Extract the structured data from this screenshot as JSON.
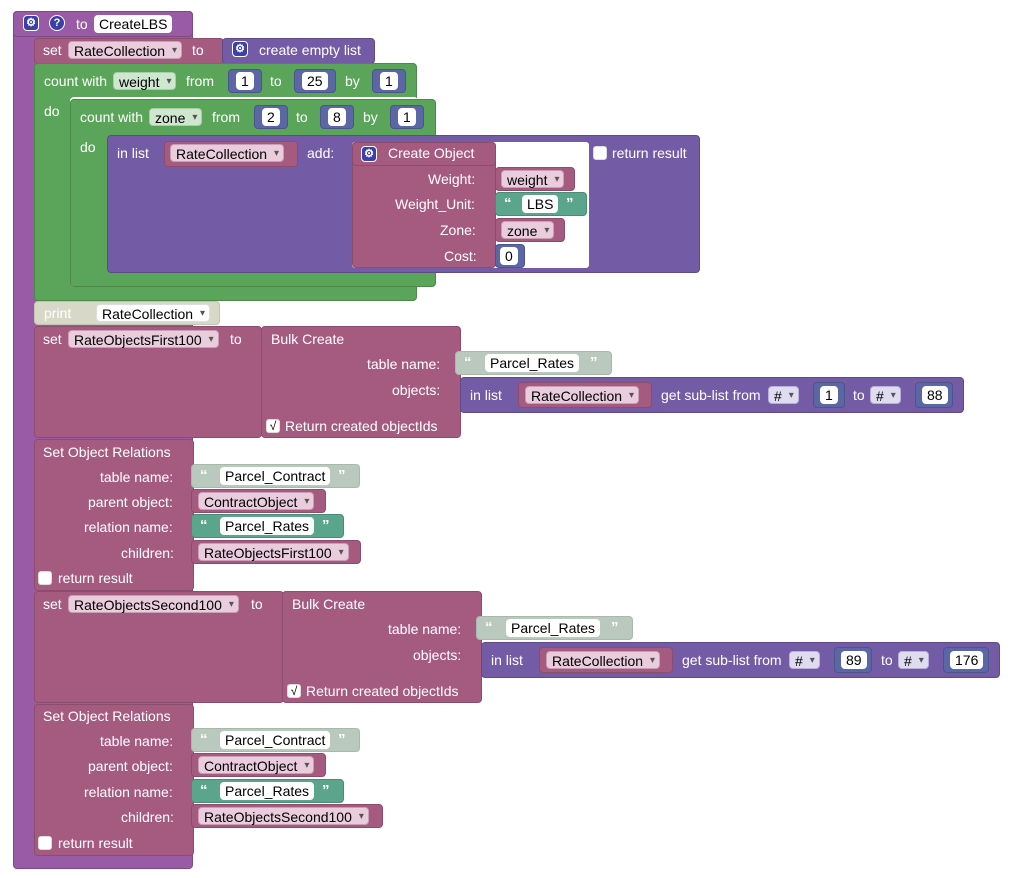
{
  "proc": {
    "to": "to",
    "name": "CreateLBS"
  },
  "set1": {
    "set": "set",
    "var": "RateCollection",
    "to": "to",
    "create_empty": "create empty list"
  },
  "count1": {
    "count_with": "count with",
    "var": "weight",
    "from": "from",
    "from_val": "1",
    "to": "to",
    "to_val": "25",
    "by": "by",
    "by_val": "1",
    "do": "do"
  },
  "count2": {
    "count_with": "count with",
    "var": "zone",
    "from": "from",
    "from_val": "2",
    "to": "to",
    "to_val": "8",
    "by": "by",
    "by_val": "1",
    "do": "do"
  },
  "inlist1": {
    "in_list": "in list",
    "var": "RateCollection",
    "add": "add:"
  },
  "create_obj": {
    "title": "Create Object",
    "return_result": "return result",
    "weight_label": "Weight:",
    "weight_var": "weight",
    "unit_label": "Weight_Unit:",
    "unit_val": "LBS",
    "zone_label": "Zone:",
    "zone_var": "zone",
    "cost_label": "Cost:",
    "cost_val": "0"
  },
  "print": {
    "label": "print",
    "var": "RateCollection"
  },
  "set2": {
    "set": "set",
    "var": "RateObjectsFirst100",
    "to": "to"
  },
  "bulk1": {
    "title": "Bulk Create",
    "table_label": "table name:",
    "table_val": "Parcel_Rates",
    "objects_label": "objects:",
    "return_ids": "Return created objectIds",
    "in_list": "in list",
    "list_var": "RateCollection",
    "get_sub": "get sub-list from",
    "from_mode": "#",
    "from_val": "1",
    "to": "to",
    "to_mode": "#",
    "to_val": "88"
  },
  "rel1": {
    "title": "Set Object Relations",
    "table_label": "table name:",
    "table_val": "Parcel_Contract",
    "parent_label": "parent object:",
    "parent_var": "ContractObject",
    "relation_label": "relation name:",
    "relation_val": "Parcel_Rates",
    "children_label": "children:",
    "children_var": "RateObjectsFirst100",
    "return_result": "return result"
  },
  "set3": {
    "set": "set",
    "var": "RateObjectsSecond100",
    "to": "to"
  },
  "bulk2": {
    "title": "Bulk Create",
    "table_label": "table name:",
    "table_val": "Parcel_Rates",
    "objects_label": "objects:",
    "return_ids": "Return created objectIds",
    "in_list": "in list",
    "list_var": "RateCollection",
    "get_sub": "get sub-list from",
    "from_mode": "#",
    "from_val": "89",
    "to": "to",
    "to_mode": "#",
    "to_val": "176"
  },
  "rel2": {
    "title": "Set Object Relations",
    "table_label": "table name:",
    "table_val": "Parcel_Contract",
    "parent_label": "parent object:",
    "parent_var": "ContractObject",
    "relation_label": "relation name:",
    "relation_val": "Parcel_Rates",
    "children_label": "children:",
    "children_var": "RateObjectsSecond100",
    "return_result": "return result"
  },
  "icons": {
    "gear": "⚙",
    "help": "?",
    "check": "√"
  },
  "colors": {
    "procedure": "#995ba5",
    "variable": "#a55b80",
    "loop": "#5ba55b",
    "list": "#745ba5",
    "text": "#5ba58c",
    "math": "#5b67a5"
  }
}
